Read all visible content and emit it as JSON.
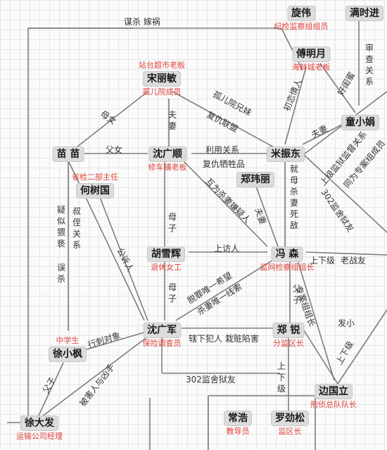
{
  "nodes": {
    "qi_wei": {
      "name": "旋伟",
      "role": "纪检监察组组员"
    },
    "man_shijin": {
      "name": "满时进",
      "role": ""
    },
    "fu_mingyue": {
      "name": "傅明月",
      "role": "海鲜城老板"
    },
    "song_limin": {
      "name": "宋丽敏",
      "role_above": "站台超市老板",
      "role": "孤儿院成员"
    },
    "tong_xiaojuan": {
      "name": "童小娟",
      "role": ""
    },
    "miao_miao": {
      "name": "苗 苗",
      "role": ""
    },
    "shen_guangshun": {
      "name": "沈广顺",
      "role": "修车铺老板"
    },
    "mi_zhendong": {
      "name": "米振东",
      "role": ""
    },
    "he_shuguo": {
      "name": "何树国",
      "role_above": "省检二部主任",
      "role": ""
    },
    "zheng_weili": {
      "name": "郑玮丽",
      "role": ""
    },
    "hu_xuehui": {
      "name": "胡雪辉",
      "role": "退休女工"
    },
    "feng_sen": {
      "name": "冯 森",
      "role": "监网检察组组长"
    },
    "shen_guangjun": {
      "name": "沈广军",
      "role": "保险调查员"
    },
    "zheng_rui": {
      "name": "郑 锐",
      "role": "分监区长"
    },
    "xu_xiaofeng": {
      "name": "徐小枫",
      "role_above": "中学生",
      "role": ""
    },
    "bian_guoli": {
      "name": "边国立",
      "role": "刑侦总队队长"
    },
    "chang_hao": {
      "name": "常浩",
      "role": "教导员"
    },
    "luo_jinsong": {
      "name": "罗劲松",
      "role": "监区长"
    },
    "xu_dafa": {
      "name": "徐大发",
      "role": "运输公司经理"
    }
  },
  "labels": {
    "mousha_jiahuo": "谋杀 嫁祸",
    "shenji_guanxi": "审查关系",
    "gudu_xiongmei": "孤儿院兄妹",
    "fuchou_lianmeng": "复仇联盟",
    "chulian_qingren": "初恋情人",
    "haojiemei": "好闺蜜",
    "mu_nv": "母女",
    "fu_qi_1": "夫妻",
    "fu_qi_2": "夫妻",
    "fu_nv": "父女",
    "liyong_guanxi": "利用关系",
    "fuyou_xishengpin": "复仇牺牲品",
    "shangji_tongfang": "上级监狱监督关系",
    "tongwei_zhuanjia": "同为专案组成员",
    "jiumu_shaqi_sidi": "就母杀妻死敌",
    "hu_wei_shaqi": "互为杀妻嫌疑人",
    "fu_qi_3": "夫妻",
    "gudu_302": "302监舍狱友",
    "yisi_weixie": "疑似猥亵",
    "wusha": "误杀",
    "shuzhi_guanxi": "叔侄关系",
    "mu_zi_1": "母子",
    "gongyin_ren": "公诉人",
    "shangfang_ren": "上访人",
    "shangxia_ji_1": "上下级",
    "lao_zhanyou": "老战友",
    "tuoli_mou": "脱罪唯一希望",
    "sha_qi": "杀妻唯一线索",
    "mu_zi_2": "母子",
    "fu_zi": "父子",
    "xingzhi_duixiang": "行刺对象",
    "xiaxia_fanren": "辖下犯人 栽赃陷害",
    "fa_xiao": "发小",
    "zhuanan_zuzhang": "专案组组长",
    "shangxia_ji_2": "上下级",
    "fu_zi_2": "父子",
    "beihai_xiongshou": "被害人与凶手",
    "gudu_302_2": "302监舍狱友",
    "shangxia_ji_3": "上下级"
  }
}
